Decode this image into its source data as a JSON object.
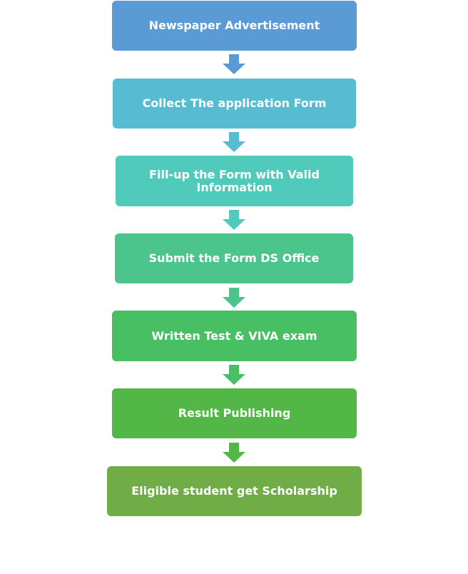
{
  "steps": [
    {
      "label": "Newspaper Advertisement",
      "color": "#5b9bd5"
    },
    {
      "label": "Collect  The application  Form",
      "color": "#57bcd2"
    },
    {
      "label": "Fill-up  the Form with Valid Information",
      "color": "#50cbbb"
    },
    {
      "label": "Submit  the Form DS Office",
      "color": "#4cc58c"
    },
    {
      "label": "Written  Test & VIVA exam",
      "color": "#47bf62"
    },
    {
      "label": "Result  Publishing",
      "color": "#52b746"
    },
    {
      "label": "Eligible  student get Scholarship",
      "color": "#70ad47"
    }
  ],
  "arrow_colors": [
    "#5b9bd5",
    "#57bcd2",
    "#50cbbb",
    "#4cc58c",
    "#47bf62",
    "#52b746"
  ]
}
